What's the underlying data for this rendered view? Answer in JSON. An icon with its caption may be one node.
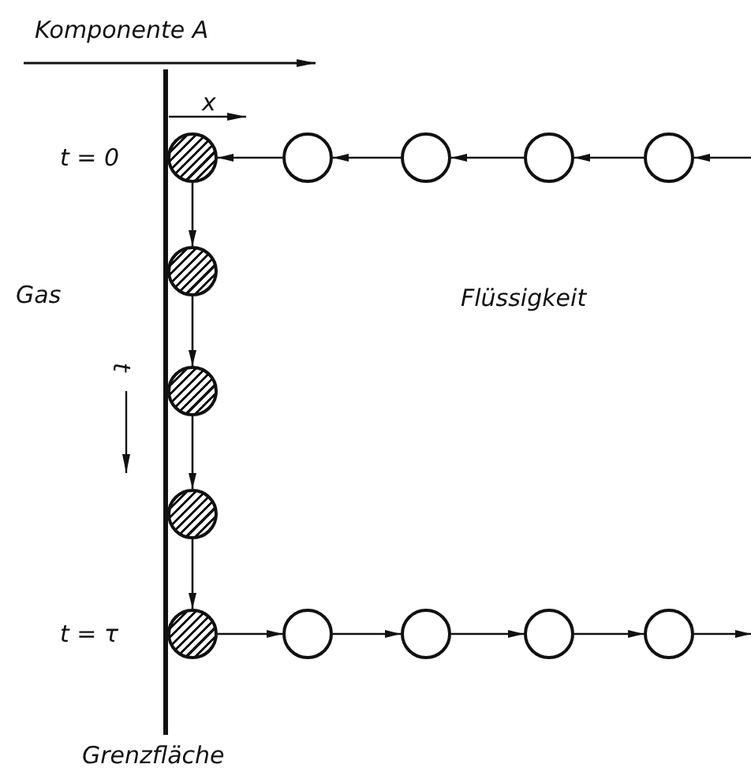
{
  "diagram": {
    "nodes": [
      {
        "text": [],
        "shape": "circle",
        "beside": [
          "t = 0"
        ]
      },
      {
        "text": [],
        "shape": "circle"
      },
      {
        "text": [],
        "shape": "circle"
      },
      {
        "text": [],
        "shape": "circle"
      },
      {
        "text": [],
        "shape": "circle"
      },
      {
        "text": [],
        "shape": "circle"
      },
      {
        "text": [],
        "shape": "circle"
      },
      {
        "text": [],
        "shape": "circle"
      },
      {
        "text": [],
        "shape": "circle",
        "beside": [
          "t = τ"
        ]
      },
      {
        "text": [],
        "shape": "circle"
      },
      {
        "text": [],
        "shape": "circle"
      },
      {
        "text": [],
        "shape": "circle"
      },
      {
        "text": [],
        "shape": "circle"
      }
    ],
    "edges": [
      {
        "from": null,
        "to": 4,
        "arrow": "to"
      },
      {
        "from": 4,
        "to": 3,
        "arrow": "to"
      },
      {
        "from": 3,
        "to": 2,
        "arrow": "to"
      },
      {
        "from": 2,
        "to": 1,
        "arrow": "to"
      },
      {
        "from": 1,
        "to": 0,
        "arrow": "to"
      },
      {
        "from": 0,
        "to": 5,
        "arrow": "to"
      },
      {
        "from": 5,
        "to": 6,
        "arrow": "to"
      },
      {
        "from": 6,
        "to": 7,
        "arrow": "to"
      },
      {
        "from": 7,
        "to": 8,
        "arrow": "to"
      },
      {
        "from": 8,
        "to": 9,
        "arrow": "to"
      },
      {
        "from": 9,
        "to": 10,
        "arrow": "to"
      },
      {
        "from": 10,
        "to": 11,
        "arrow": "to"
      },
      {
        "from": 11,
        "to": 12,
        "arrow": "to"
      },
      {
        "from": 12,
        "to": null,
        "arrow": "to"
      }
    ],
    "labels": [
      "Komponente A",
      "x",
      "Gas",
      "t",
      "Flüssigkeit",
      "Grenzfläche"
    ]
  }
}
